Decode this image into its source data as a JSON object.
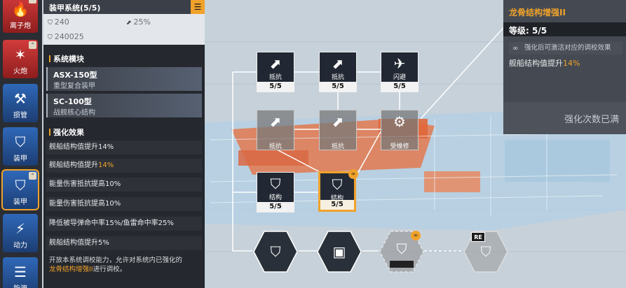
{
  "sidebar": {
    "items": [
      {
        "label": "离子炮",
        "icon": "ion-cannon-icon",
        "glyph": "🔥",
        "badge": "upgrade-badge-icon"
      },
      {
        "label": "火炮",
        "icon": "artillery-icon",
        "glyph": "✶",
        "badge": "upgrade-badge-icon"
      },
      {
        "label": "损管",
        "icon": "damage-control-icon",
        "glyph": "⚒",
        "badge": ""
      },
      {
        "label": "装甲",
        "icon": "armor-icon",
        "glyph": "⛉",
        "badge": ""
      },
      {
        "label": "装甲",
        "icon": "armor-icon",
        "glyph": "⛉",
        "badge": "upgrade-badge-icon"
      },
      {
        "label": "动力",
        "icon": "engine-icon",
        "glyph": "⚡",
        "badge": ""
      },
      {
        "label": "能源",
        "icon": "energy-icon",
        "glyph": "☰",
        "badge": ""
      }
    ]
  },
  "panel": {
    "title": "装甲系统(5/5)",
    "stats": [
      {
        "icon": "armor-stat-icon",
        "value": "240"
      },
      {
        "icon": "resistance-stat-icon",
        "value": "25%"
      },
      {
        "icon": "hull-stat-icon",
        "value": "240025"
      }
    ],
    "modules_title": "系统模块",
    "modules": [
      {
        "name": "ASX-150型",
        "desc": "重型复合装甲"
      },
      {
        "name": "SC-100型",
        "desc": "战舰核心结构"
      }
    ],
    "effects_title": "强化效果",
    "effects": [
      {
        "text": "舰船结构值提升14%",
        "highlight": ""
      },
      {
        "text": "舰船结构值提升",
        "highlight": "14%"
      },
      {
        "text": "能量伤害抵抗提高10%",
        "highlight": ""
      },
      {
        "text": "能量伤害抵抗提高10%",
        "highlight": ""
      },
      {
        "text": "降低被导弹命中率15%/鱼雷命中率25%",
        "highlight": ""
      },
      {
        "text": "舰船结构值提升5%",
        "highlight": ""
      }
    ],
    "note_text": "开放本系统调校能力，允许对系统内已强化的",
    "note_highlight": "龙骨结构增强II",
    "note_tail": "进行调校。"
  },
  "tree": {
    "nodes": [
      {
        "label": "抵抗",
        "level": "5/5",
        "icon": "resistance-up-icon",
        "glyph": "⬈"
      },
      {
        "label": "抵抗",
        "level": "5/5",
        "icon": "resistance-up-icon",
        "glyph": "⬈"
      },
      {
        "label": "闪避",
        "level": "5/5",
        "icon": "evasion-icon",
        "glyph": "✈"
      },
      {
        "label": "抵抗",
        "level": "",
        "icon": "resistance-up-icon",
        "glyph": "⬈"
      },
      {
        "label": "抵抗",
        "level": "",
        "icon": "resistance-up-icon",
        "glyph": "⬈"
      },
      {
        "label": "受维修",
        "level": "",
        "icon": "repair-icon",
        "glyph": "⚙"
      },
      {
        "label": "结构",
        "level": "5/5",
        "icon": "structure-up-icon",
        "glyph": "⛉"
      },
      {
        "label": "结构",
        "level": "5/5",
        "icon": "structure-up-icon",
        "glyph": "⛉"
      }
    ],
    "hexes": [
      {
        "icon": "armor-upgrade-icon",
        "glyph": "⛉"
      },
      {
        "icon": "module-upgrade-icon",
        "glyph": "▣"
      },
      {
        "icon": "armor-locked-icon",
        "glyph": "⛉"
      },
      {
        "icon": "armor-reset-icon",
        "glyph": "⛉"
      }
    ],
    "re_badge": "RE"
  },
  "detail": {
    "title": "龙骨结构增强II",
    "level": "等级: 5/5",
    "hint": "强化后可激活对应的调校效果",
    "effect_text": "舰船结构值提升",
    "effect_value": "14%",
    "max_text": "强化次数已满"
  },
  "colors": {
    "accent": "#f0a22a",
    "panel": "#25282e",
    "sidebar_red": "#d23b3b",
    "sidebar_blue": "#2f68b8"
  }
}
